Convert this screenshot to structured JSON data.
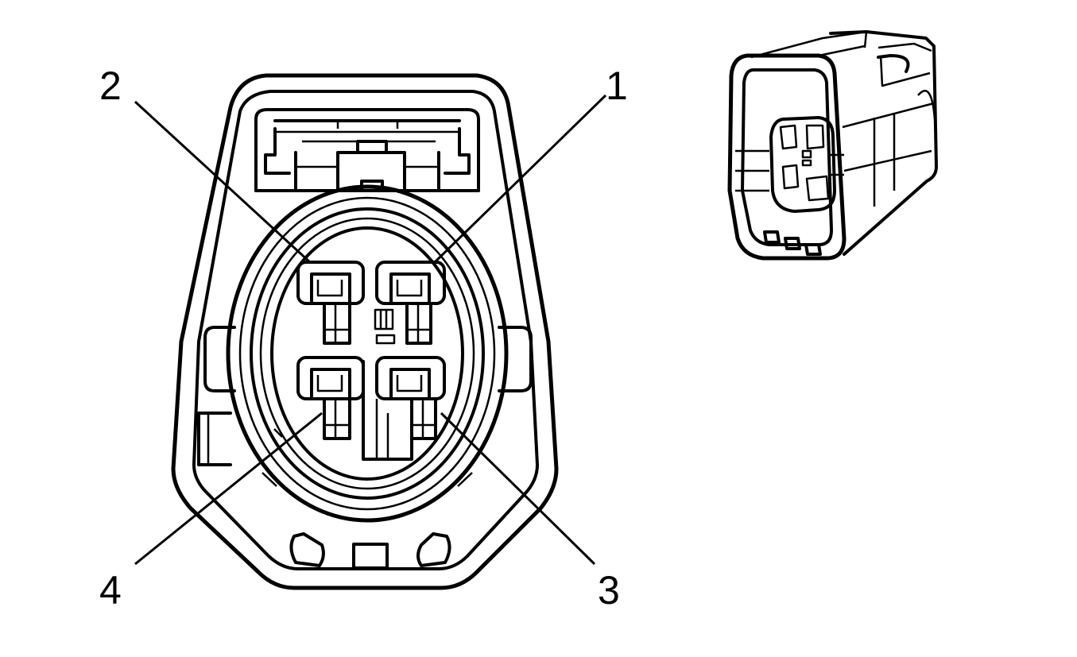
{
  "pins": [
    {
      "label": "1"
    },
    {
      "label": "2"
    },
    {
      "label": "3"
    },
    {
      "label": "4"
    }
  ],
  "colors": {
    "line": "#000000",
    "background": "#ffffff"
  }
}
